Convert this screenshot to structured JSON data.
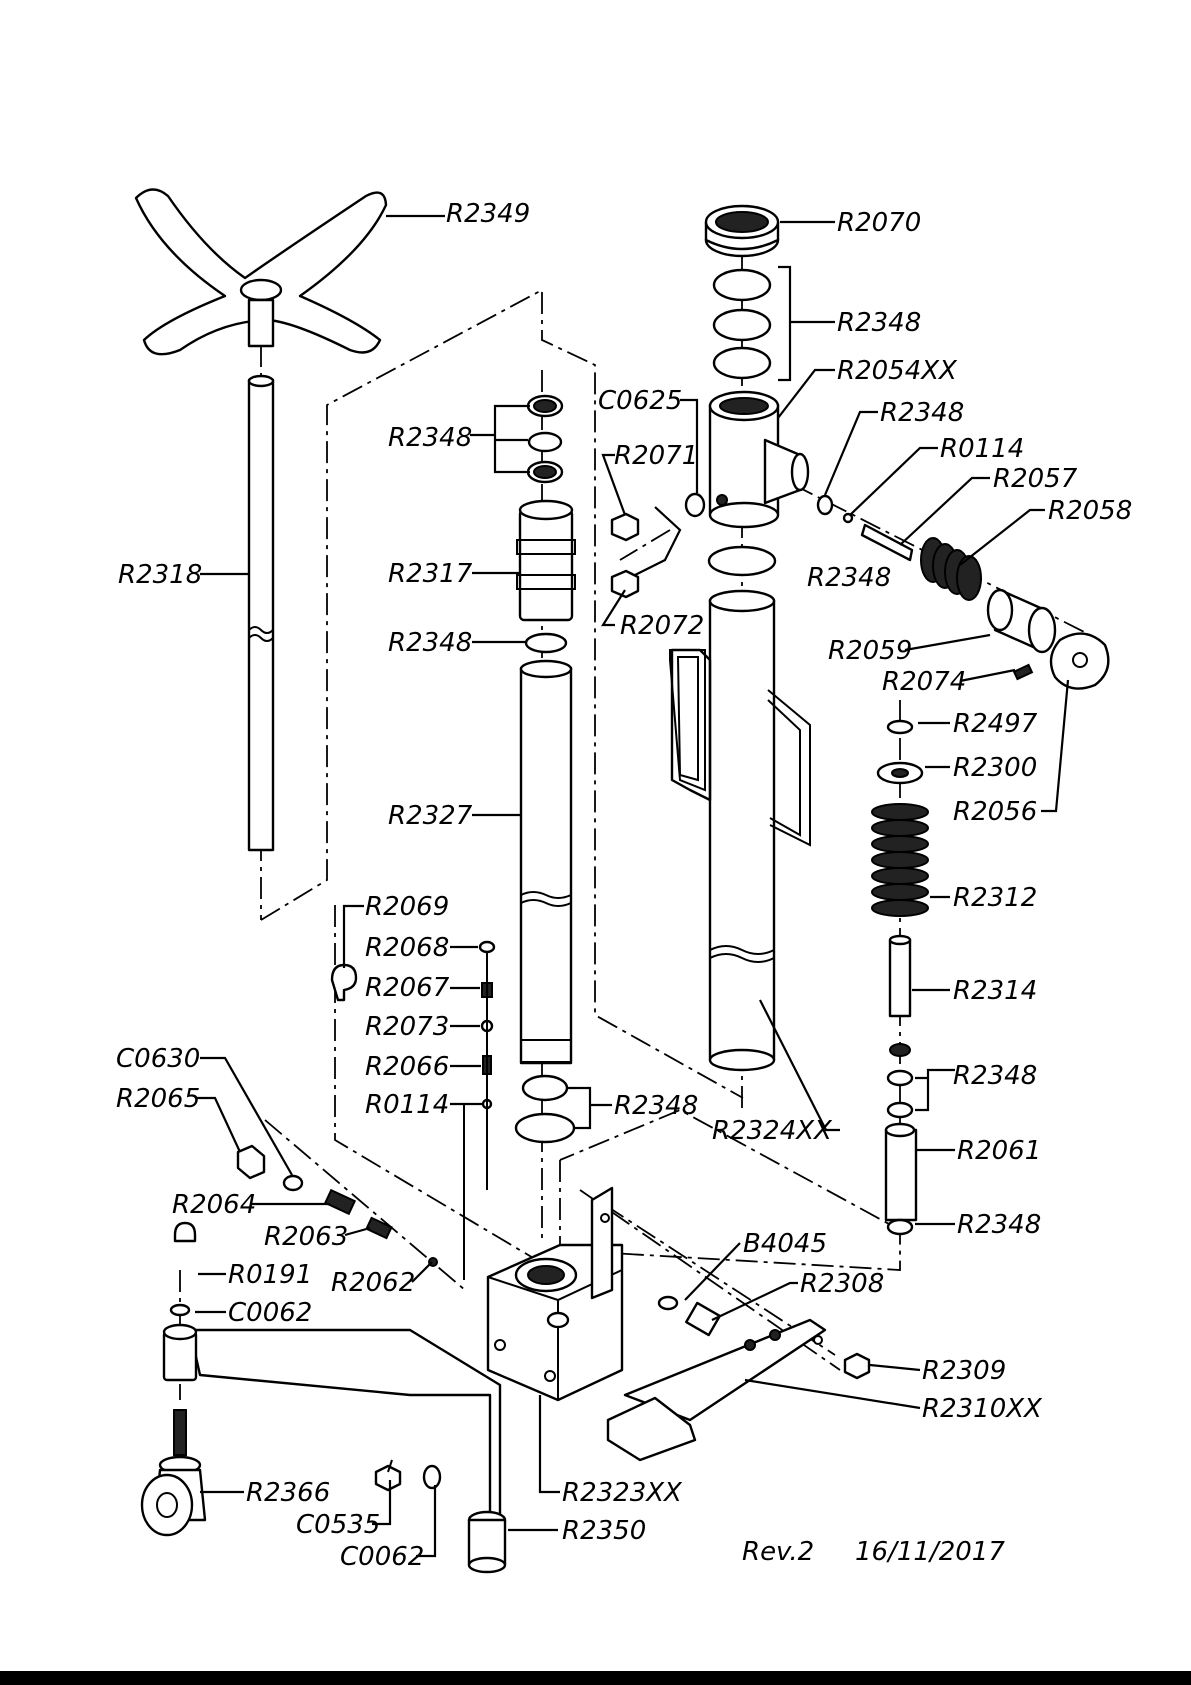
{
  "parts": [
    {
      "id": "R2349",
      "label": "R2349"
    },
    {
      "id": "R2318",
      "label": "R2318"
    },
    {
      "id": "R2348_top_stack",
      "label": "R2348"
    },
    {
      "id": "R2317",
      "label": "R2317"
    },
    {
      "id": "R2348_under_R2317",
      "label": "R2348"
    },
    {
      "id": "R2327",
      "label": "R2327"
    },
    {
      "id": "R2069",
      "label": "R2069"
    },
    {
      "id": "R2068",
      "label": "R2068"
    },
    {
      "id": "R2067",
      "label": "R2067"
    },
    {
      "id": "R2073",
      "label": "R2073"
    },
    {
      "id": "R2066",
      "label": "R2066"
    },
    {
      "id": "R0114_left",
      "label": "R0114"
    },
    {
      "id": "R2348_pair_lower",
      "label": "R2348"
    },
    {
      "id": "C0630",
      "label": "C0630"
    },
    {
      "id": "R2065",
      "label": "R2065"
    },
    {
      "id": "R2064",
      "label": "R2064"
    },
    {
      "id": "R2063",
      "label": "R2063"
    },
    {
      "id": "R2062",
      "label": "R2062"
    },
    {
      "id": "R0191",
      "label": "R0191"
    },
    {
      "id": "C0062_top",
      "label": "C0062"
    },
    {
      "id": "R2366",
      "label": "R2366"
    },
    {
      "id": "C0535",
      "label": "C0535"
    },
    {
      "id": "C0062_bottom",
      "label": "C0062"
    },
    {
      "id": "R2350",
      "label": "R2350"
    },
    {
      "id": "R2323XX",
      "label": "R2323XX"
    },
    {
      "id": "R2070",
      "label": "R2070"
    },
    {
      "id": "R2348_ring_stack",
      "label": "R2348"
    },
    {
      "id": "R2054XX",
      "label": "R2054XX"
    },
    {
      "id": "C0625",
      "label": "C0625"
    },
    {
      "id": "R2071",
      "label": "R2071"
    },
    {
      "id": "R2072",
      "label": "R2072"
    },
    {
      "id": "R2348_below_R2054",
      "label": "R2348"
    },
    {
      "id": "R2348_right_small",
      "label": "R2348"
    },
    {
      "id": "R0114_right",
      "label": "R0114"
    },
    {
      "id": "R2057",
      "label": "R2057"
    },
    {
      "id": "R2058",
      "label": "R2058"
    },
    {
      "id": "R2059",
      "label": "R2059"
    },
    {
      "id": "R2074",
      "label": "R2074"
    },
    {
      "id": "R2497",
      "label": "R2497"
    },
    {
      "id": "R2300",
      "label": "R2300"
    },
    {
      "id": "R2056",
      "label": "R2056"
    },
    {
      "id": "R2312",
      "label": "R2312"
    },
    {
      "id": "R2314",
      "label": "R2314"
    },
    {
      "id": "R2348_right_pair",
      "label": "R2348"
    },
    {
      "id": "R2061",
      "label": "R2061"
    },
    {
      "id": "R2348_right_bottom",
      "label": "R2348"
    },
    {
      "id": "R2324XX",
      "label": "R2324XX"
    },
    {
      "id": "B4045",
      "label": "B4045"
    },
    {
      "id": "R2308",
      "label": "R2308"
    },
    {
      "id": "R2309",
      "label": "R2309"
    },
    {
      "id": "R2310XX",
      "label": "R2310XX"
    }
  ],
  "footer": {
    "revision": "Rev.2",
    "date": "16/11/2017"
  }
}
